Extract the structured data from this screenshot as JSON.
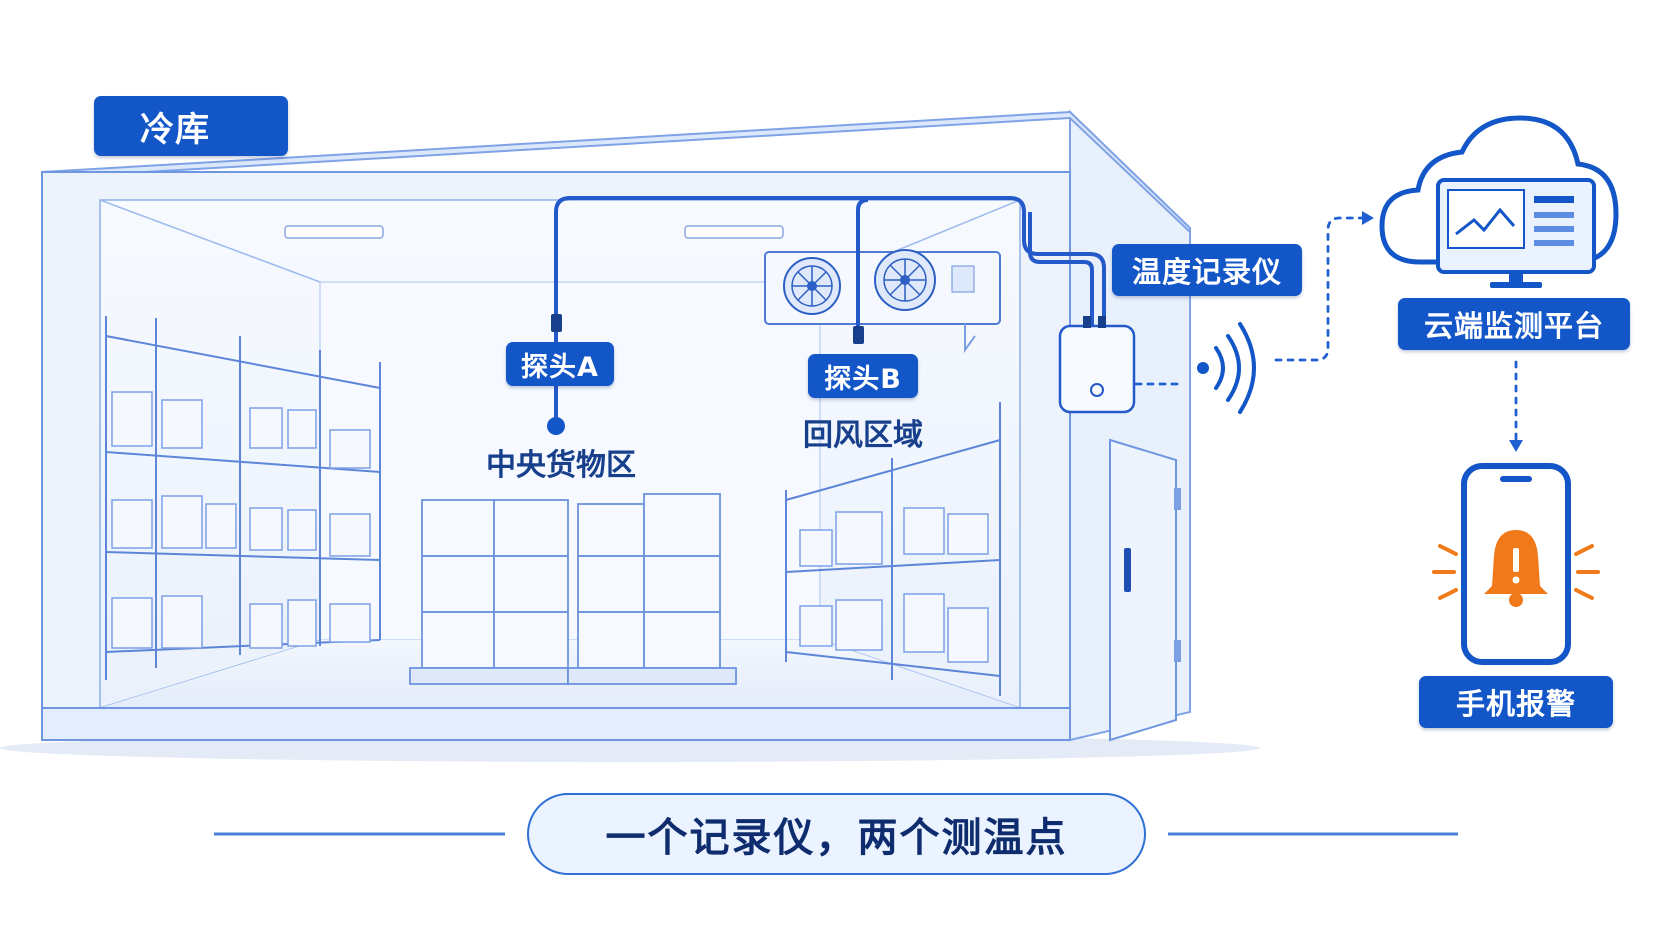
{
  "room": {
    "label": "冷库"
  },
  "probe_a": {
    "label": "探头A",
    "zone": "中央货物区"
  },
  "probe_b": {
    "label": "探头B",
    "zone": "回风区域"
  },
  "logger": {
    "label": "温度记录仪"
  },
  "cloud": {
    "label": "云端监测平台"
  },
  "phone": {
    "label": "手机报警"
  },
  "caption": {
    "text": "一个记录仪，两个测温点"
  },
  "colors": {
    "primary": "#1356c8",
    "line": "#2f6fd6",
    "alert": "#f07a1a",
    "wall": "#eef4fd"
  },
  "icons": [
    "fan-icon",
    "wifi-signal-icon",
    "cloud-icon",
    "monitor-chart-icon",
    "smartphone-icon",
    "alert-bell-icon"
  ]
}
